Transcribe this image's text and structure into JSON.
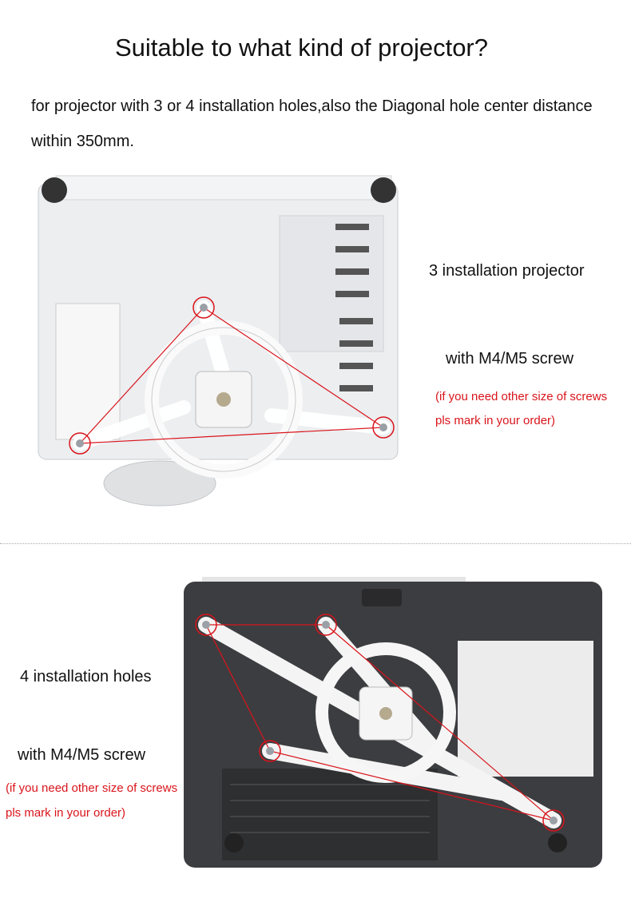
{
  "header": {
    "title": "Suitable to what kind of projector?",
    "description_line1": "for projector with 3 or 4 installation holes,also the  Diagonal hole center distance",
    "description_line2": "within 350mm."
  },
  "section_three_holes": {
    "label": "3 installation projector",
    "screw": "with M4/M5 screw",
    "note_line1": "(if you need other size of screws",
    "note_line2": "pls mark in your order)"
  },
  "section_four_holes": {
    "label": "4 installation holes",
    "screw": "with M4/M5 screw",
    "note_line1": "(if you need other size of screws",
    "note_line2": "pls mark in your order)"
  },
  "colors": {
    "accent_red": "#d9141b",
    "projector_white": "#eceef0",
    "projector_dark": "#3c3d40"
  }
}
